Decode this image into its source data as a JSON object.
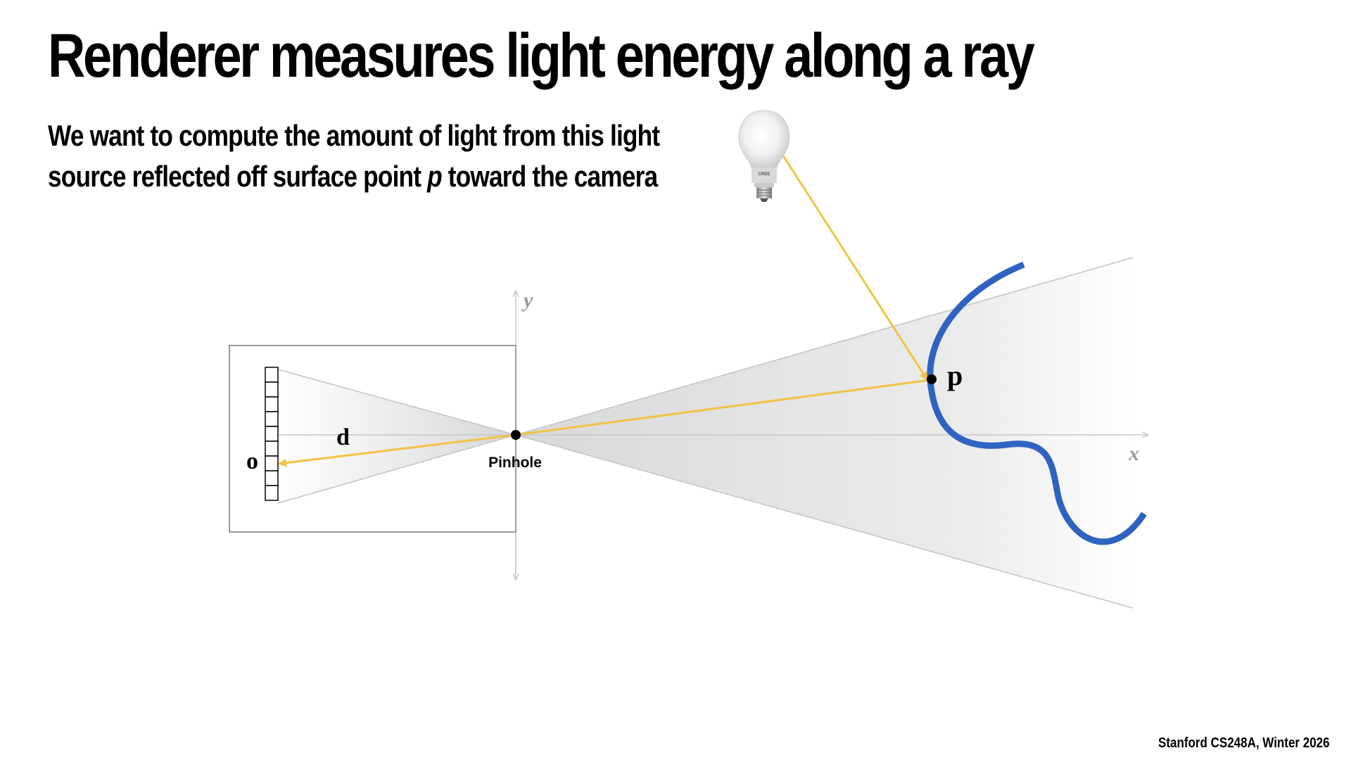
{
  "slide": {
    "title": "Renderer measures light energy along a ray",
    "subtitle": {
      "line1": "We want to compute the amount of light from this light",
      "line2_before": "source reflected off surface point ",
      "line2_var": "p",
      "line2_after": " toward the camera"
    },
    "footer": "Stanford CS248A, Winter 2026"
  },
  "diagram": {
    "labels": {
      "y_axis": "y",
      "x_axis": "x",
      "origin": "o",
      "direction": "d",
      "pinhole": "Pinhole",
      "surface_point": "p",
      "bulb_brand": "CREE"
    },
    "icons": [
      "light-bulb-icon"
    ],
    "colors": {
      "ray": "#f2c440",
      "surface": "#2f63c2",
      "axis": "#c8c8c8",
      "camera_box": "#9a9a9a",
      "frustum_fill": "#d9d9d9",
      "frustum_edge": "#c4c4c4"
    }
  }
}
